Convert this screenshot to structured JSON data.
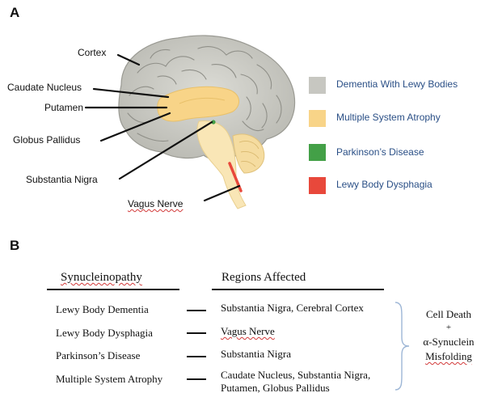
{
  "panel_a": {
    "letter": "A",
    "labels": {
      "cortex": "Cortex",
      "caudate": "Caudate Nucleus",
      "putamen": "Putamen",
      "globus": "Globus Pallidus",
      "substantia": "Substantia Nigra",
      "vagus": "Vagus Nerve"
    },
    "legend": [
      {
        "label": "Dementia With Lewy Bodies",
        "color": "#c7c7c1"
      },
      {
        "label": "Multiple System Atrophy",
        "color": "#f8d488"
      },
      {
        "label": "Parkinson’s Disease",
        "color": "#43a047"
      },
      {
        "label": "Lewy Body Dysphagia",
        "color": "#e8483b"
      }
    ]
  },
  "panel_b": {
    "letter": "B",
    "col1_header": "Synucleinopathy",
    "col2_header": "Regions Affected",
    "rows": [
      {
        "disease": "Lewy Body Dementia",
        "regions": [
          "Substantia Nigra, Cerebral Cortex"
        ]
      },
      {
        "disease": "Lewy Body Dysphagia",
        "regions": [
          "Vagus Nerve"
        ]
      },
      {
        "disease": "Parkinson’s Disease",
        "regions": [
          "Substantia Nigra"
        ]
      },
      {
        "disease": "Multiple System Atrophy",
        "regions": [
          "Caudate Nucleus, Substantia Nigra,",
          "Putamen, Globus Pallidus"
        ]
      }
    ],
    "outcome": {
      "line1": "Cell Death",
      "plus": "+",
      "line2": "α-Synuclein",
      "line3": "Misfolding"
    }
  }
}
